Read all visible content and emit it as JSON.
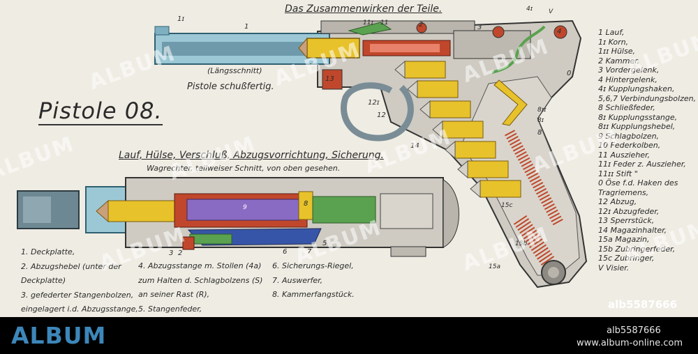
{
  "diagram": {
    "top_title": "Das Zusammenwirken der Teile.",
    "main_title": "Pistole 08.",
    "section_label": "(Längsschnitt)",
    "section_caption": "Pistole schußfertig.",
    "lower_title": "Lauf, Hülse, Verschluß, Abzugsvorrichtung, Sicherung.",
    "lower_subtitle": "Wagrechter, teilweiser Schnitt, von oben gesehen.",
    "legend": [
      "1  Lauf,",
      "1ɪ Korn,",
      "1ɪɪ Hülse,",
      "2  Kammer,",
      "3  Vordergelenk,",
      "4  Hintergelenk,",
      "4ɪ Kupplungshaken,",
      "5,6,7 Verbindungsbolzen,",
      "8  Schließfeder,",
      "8ɪ Kupplungsstange,",
      "8ɪɪ Kupplungshebel,",
      "9  Schlagbolzen,",
      "10 Federkolben,",
      "11 Auszieher,",
      "11ɪ Feder z. Auszieher,",
      "11ɪɪ Stift   \"",
      "0  Öse f.d. Haken des",
      "   Tragriemens,",
      "12 Abzug,",
      "12ɪ Abzugfeder,",
      "13 Sperrstück,",
      "14 Magazinhalter,",
      "15a Magazin,",
      "15b Zubringerfeder,",
      "15c Zubringer,",
      "V  Visier."
    ],
    "bottom_left": [
      "1. Deckplatte,",
      "2. Abzugshebel (unter der",
      "   Deckplatte)",
      "3. gefederter Stangenbolzen,",
      "   eingelagert i.d. Abzugsstange,"
    ],
    "bottom_mid": [
      "4. Abzugsstange m. Stollen (4a)",
      "   zum Halten d. Schlagbolzens (S)",
      "   an seiner Rast (R),",
      "5. Stangenfeder,"
    ],
    "bottom_right": [
      "6. Sicherungs-Riegel,",
      "7. Auswerfer,",
      "8. Kammerfangstück."
    ],
    "part_numbers": [
      "1ɪ",
      "1",
      "11ɪ",
      "11",
      "2",
      "3",
      "4ɪ",
      "V",
      "4",
      "0",
      "13",
      "12ɪ",
      "12",
      "14",
      "8ɪɪ",
      "8ɪ",
      "8",
      "15c",
      "15b",
      "15a",
      "9",
      "3",
      "2",
      "6",
      "7",
      "5",
      "8"
    ]
  },
  "watermark": "ALBUM",
  "credit_id": "alb5587666",
  "footer": {
    "brand": "ALBUM",
    "id": "alb5587666",
    "url": "www.album-online.com"
  },
  "colors": {
    "barrel_blue": "#9cc8d6",
    "cartridge_yellow": "#e7c22a",
    "spring_red": "#c0472b",
    "lever_green": "#5aa150",
    "pin_purple": "#8a6bc3",
    "brand_blue": "#3d86b9"
  }
}
